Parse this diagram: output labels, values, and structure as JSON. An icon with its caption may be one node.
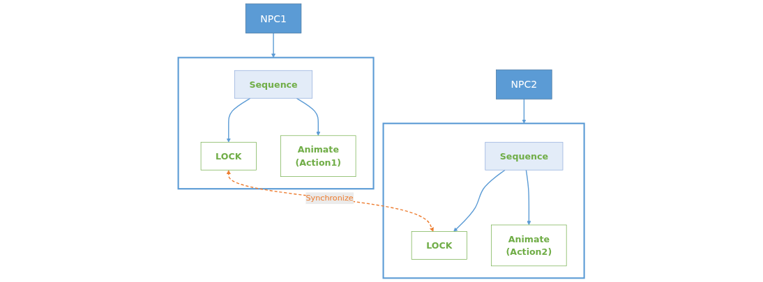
{
  "diagram": {
    "nodes": [
      {
        "text": [
          "NPC1"
        ]
      },
      {
        "text": [],
        "shape": "triangle"
      },
      {
        "text": [
          "Sequence"
        ],
        "in": 1
      },
      {
        "text": [
          "LOCK"
        ],
        "in": 1
      },
      {
        "text": [
          "Animate",
          "(Action1)"
        ],
        "in": 1
      },
      {
        "text": [
          "NPC2"
        ]
      },
      {
        "text": [],
        "shape": "triangle"
      },
      {
        "text": [
          "Sequence"
        ],
        "in": 6
      },
      {
        "text": [
          "LOCK"
        ],
        "in": 6
      },
      {
        "text": [
          "Animate",
          "(Action2)"
        ],
        "in": 6
      }
    ],
    "edges": [
      {
        "from": 0,
        "to": 1,
        "arrow": "to"
      },
      {
        "from": 2,
        "to": 3,
        "arrow": "to"
      },
      {
        "from": 2,
        "to": 4,
        "arrow": "to"
      },
      {
        "from": 5,
        "to": 6,
        "arrow": "to"
      },
      {
        "from": 7,
        "to": 8,
        "arrow": "to"
      },
      {
        "from": 7,
        "to": 9,
        "arrow": "to"
      },
      {
        "from": 3,
        "to": 8,
        "arrow": "both",
        "label": "Synchronize",
        "style": "dashed",
        "color": "#ed7d31"
      }
    ]
  }
}
